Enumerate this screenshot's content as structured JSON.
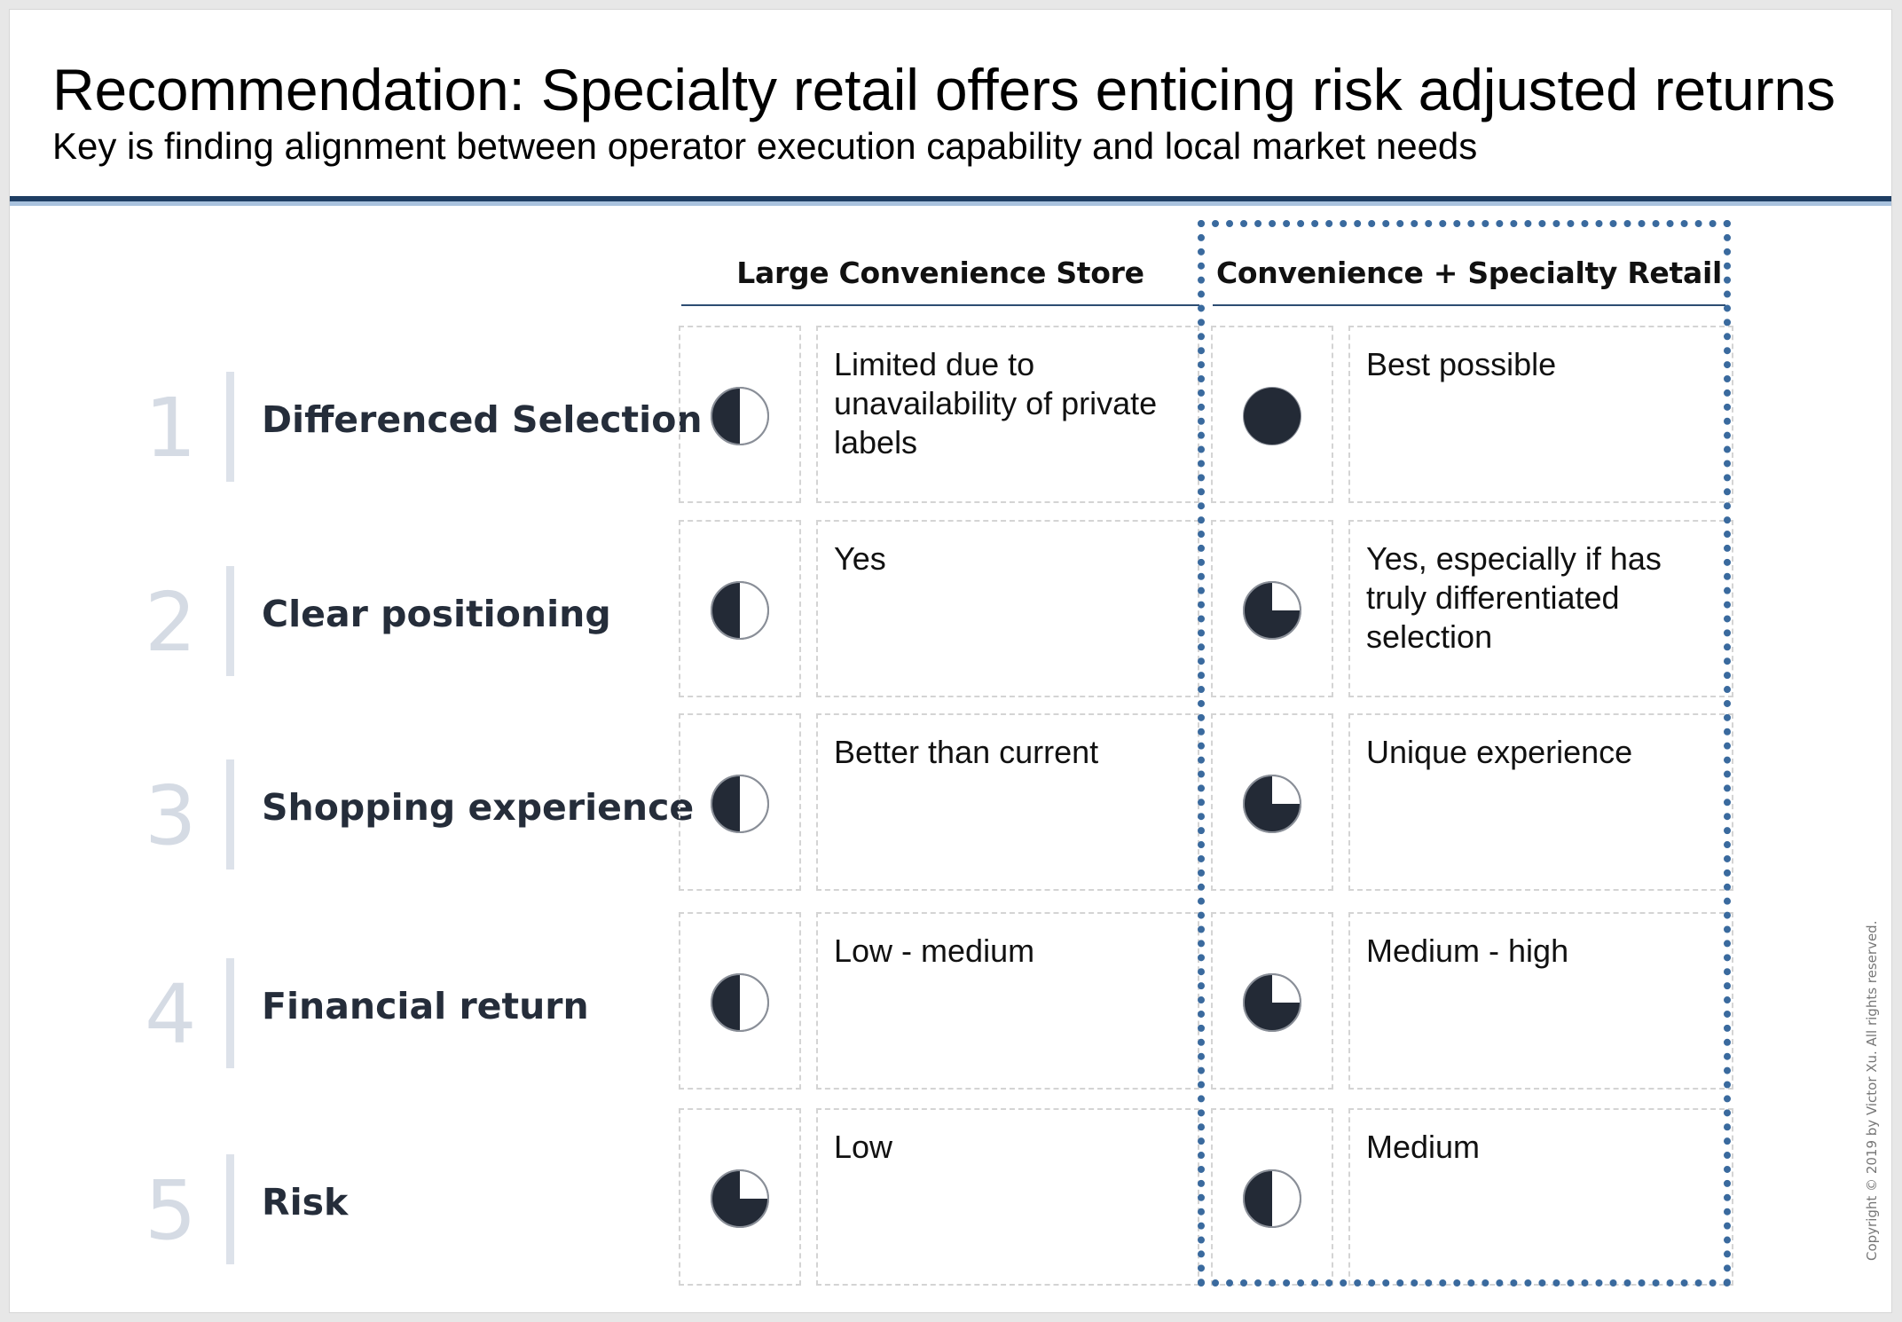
{
  "title": "Recommendation: Specialty retail offers enticing risk adjusted returns",
  "subtitle": "Key is finding alignment between operator execution capability and local market needs",
  "columns": {
    "a": "Large Convenience Store",
    "b": "Convenience + Specialty Retail"
  },
  "rows": [
    {
      "num": "1",
      "label": "Differenced Selection",
      "a_text": "Limited due to unavailability of private labels",
      "a_fill": 0.5,
      "b_text": "Best possible",
      "b_fill": 1.0
    },
    {
      "num": "2",
      "label": "Clear positioning",
      "a_text": "Yes",
      "a_fill": 0.5,
      "b_text": "Yes, especially if has truly differentiated selection",
      "b_fill": 0.75
    },
    {
      "num": "3",
      "label": "Shopping experience",
      "a_text": "Better than current",
      "a_fill": 0.5,
      "b_text": "Unique experience",
      "b_fill": 0.75
    },
    {
      "num": "4",
      "label": "Financial return",
      "a_text": "Low - medium",
      "a_fill": 0.5,
      "b_text": "Medium - high",
      "b_fill": 0.75
    },
    {
      "num": "5",
      "label": "Risk",
      "a_text": "Low",
      "a_fill": 0.75,
      "b_text": "Medium",
      "b_fill": 0.5
    }
  ],
  "colors": {
    "ball_fill": "#232a36",
    "ball_stroke": "#8a8f98",
    "accent_dark": "#1f3e63",
    "accent_light": "#a9c2de",
    "highlight_border": "#3a6a9e"
  },
  "icons": {
    "harvey_ball": "harvey-ball-icon"
  },
  "copyright": "Copyright © 2019 by Victor Xu. All rights reserved."
}
